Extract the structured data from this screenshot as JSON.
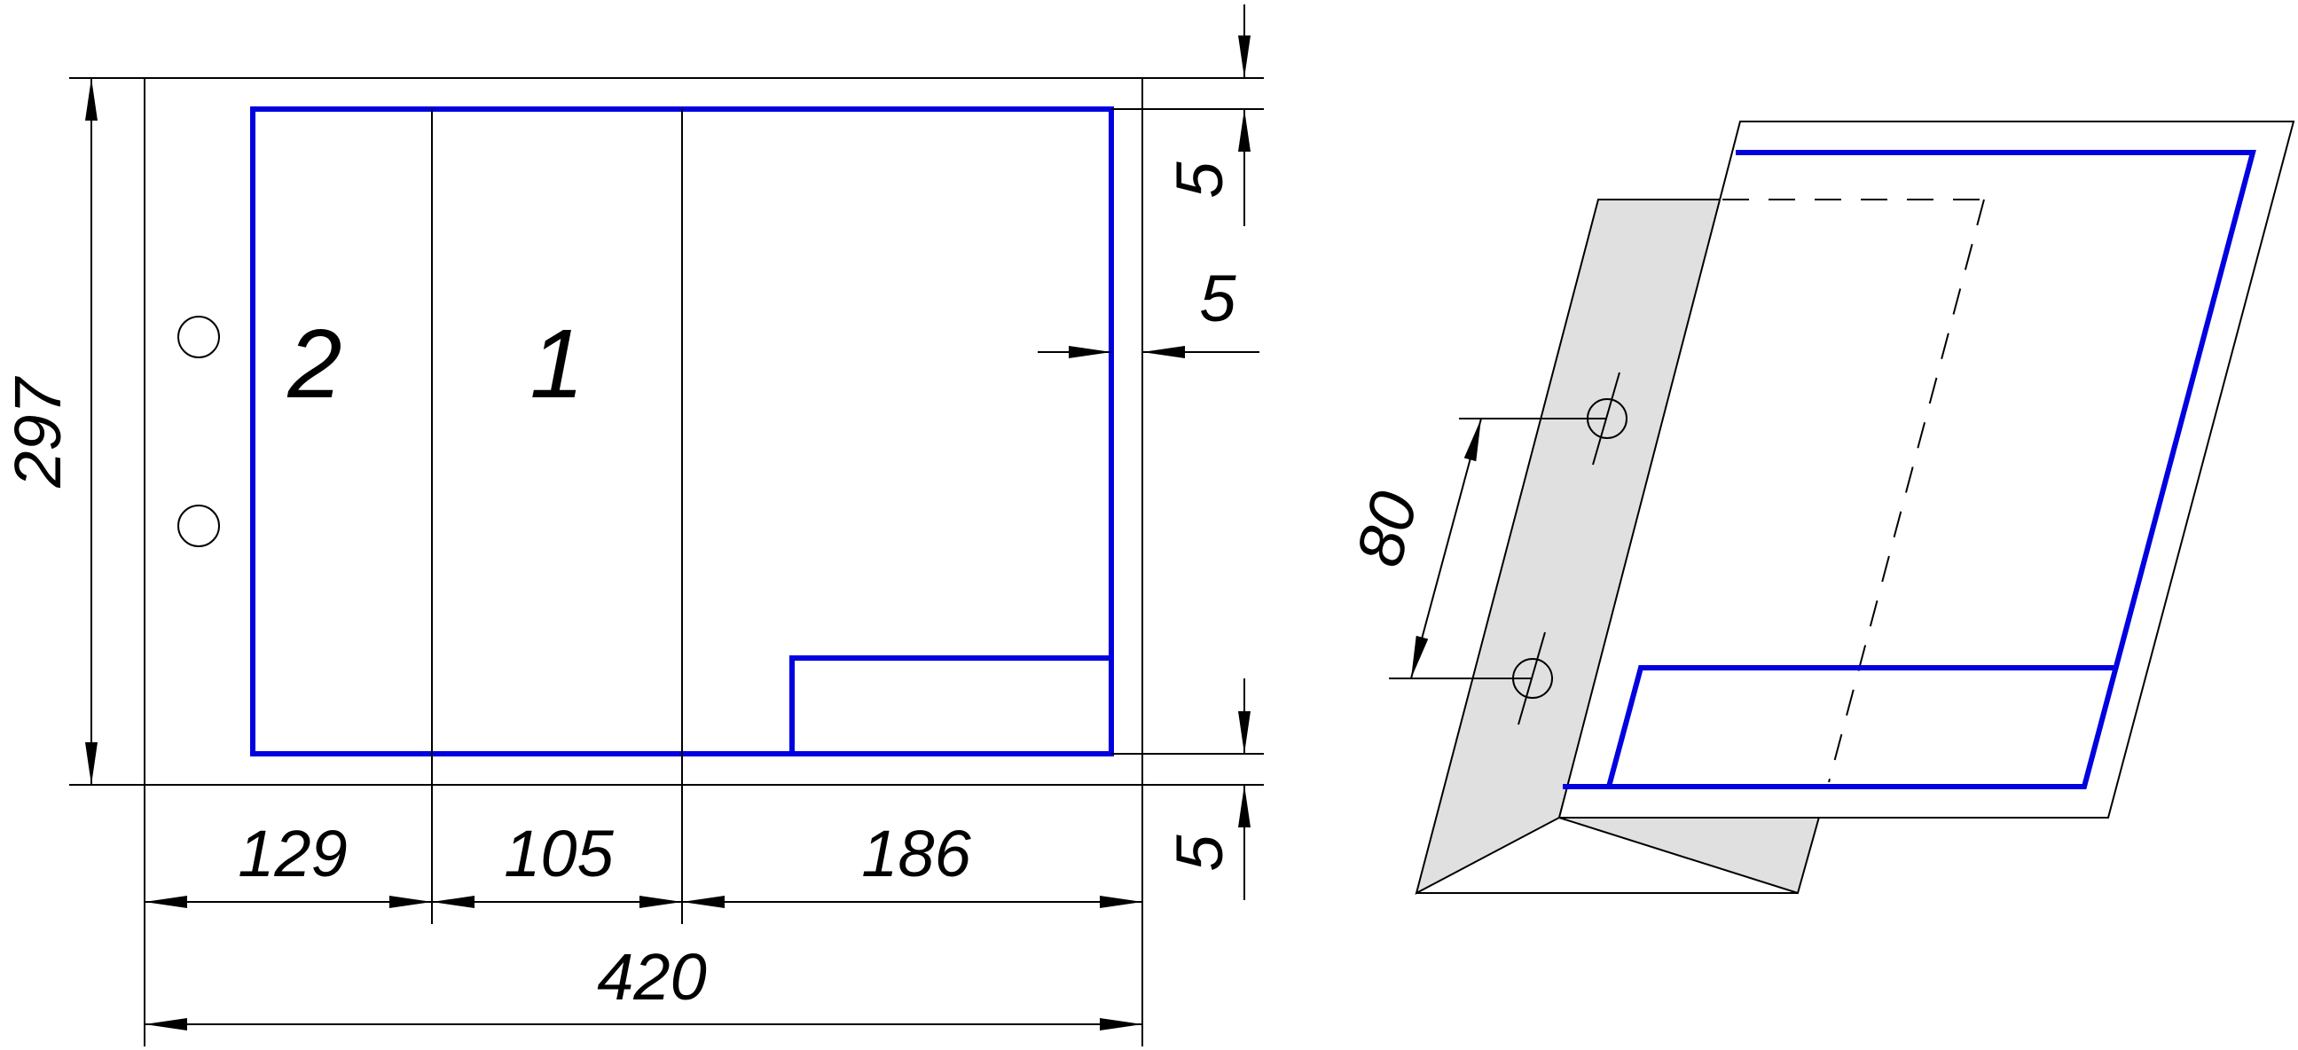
{
  "colors": {
    "frame_line": "#0000e0",
    "thin_line": "#000000",
    "binding_strip_fill": "#e0e0e0",
    "background": "#ffffff"
  },
  "flat_sheet": {
    "zone_label_left": "2",
    "zone_label_middle": "1"
  },
  "dimensions": {
    "height": "297",
    "width_zone_2": "129",
    "width_zone_1": "105",
    "width_zone_3": "186",
    "total_width": "420",
    "margin_top": "5",
    "margin_right": "5",
    "margin_bottom": "5",
    "hole_spacing": "80"
  }
}
